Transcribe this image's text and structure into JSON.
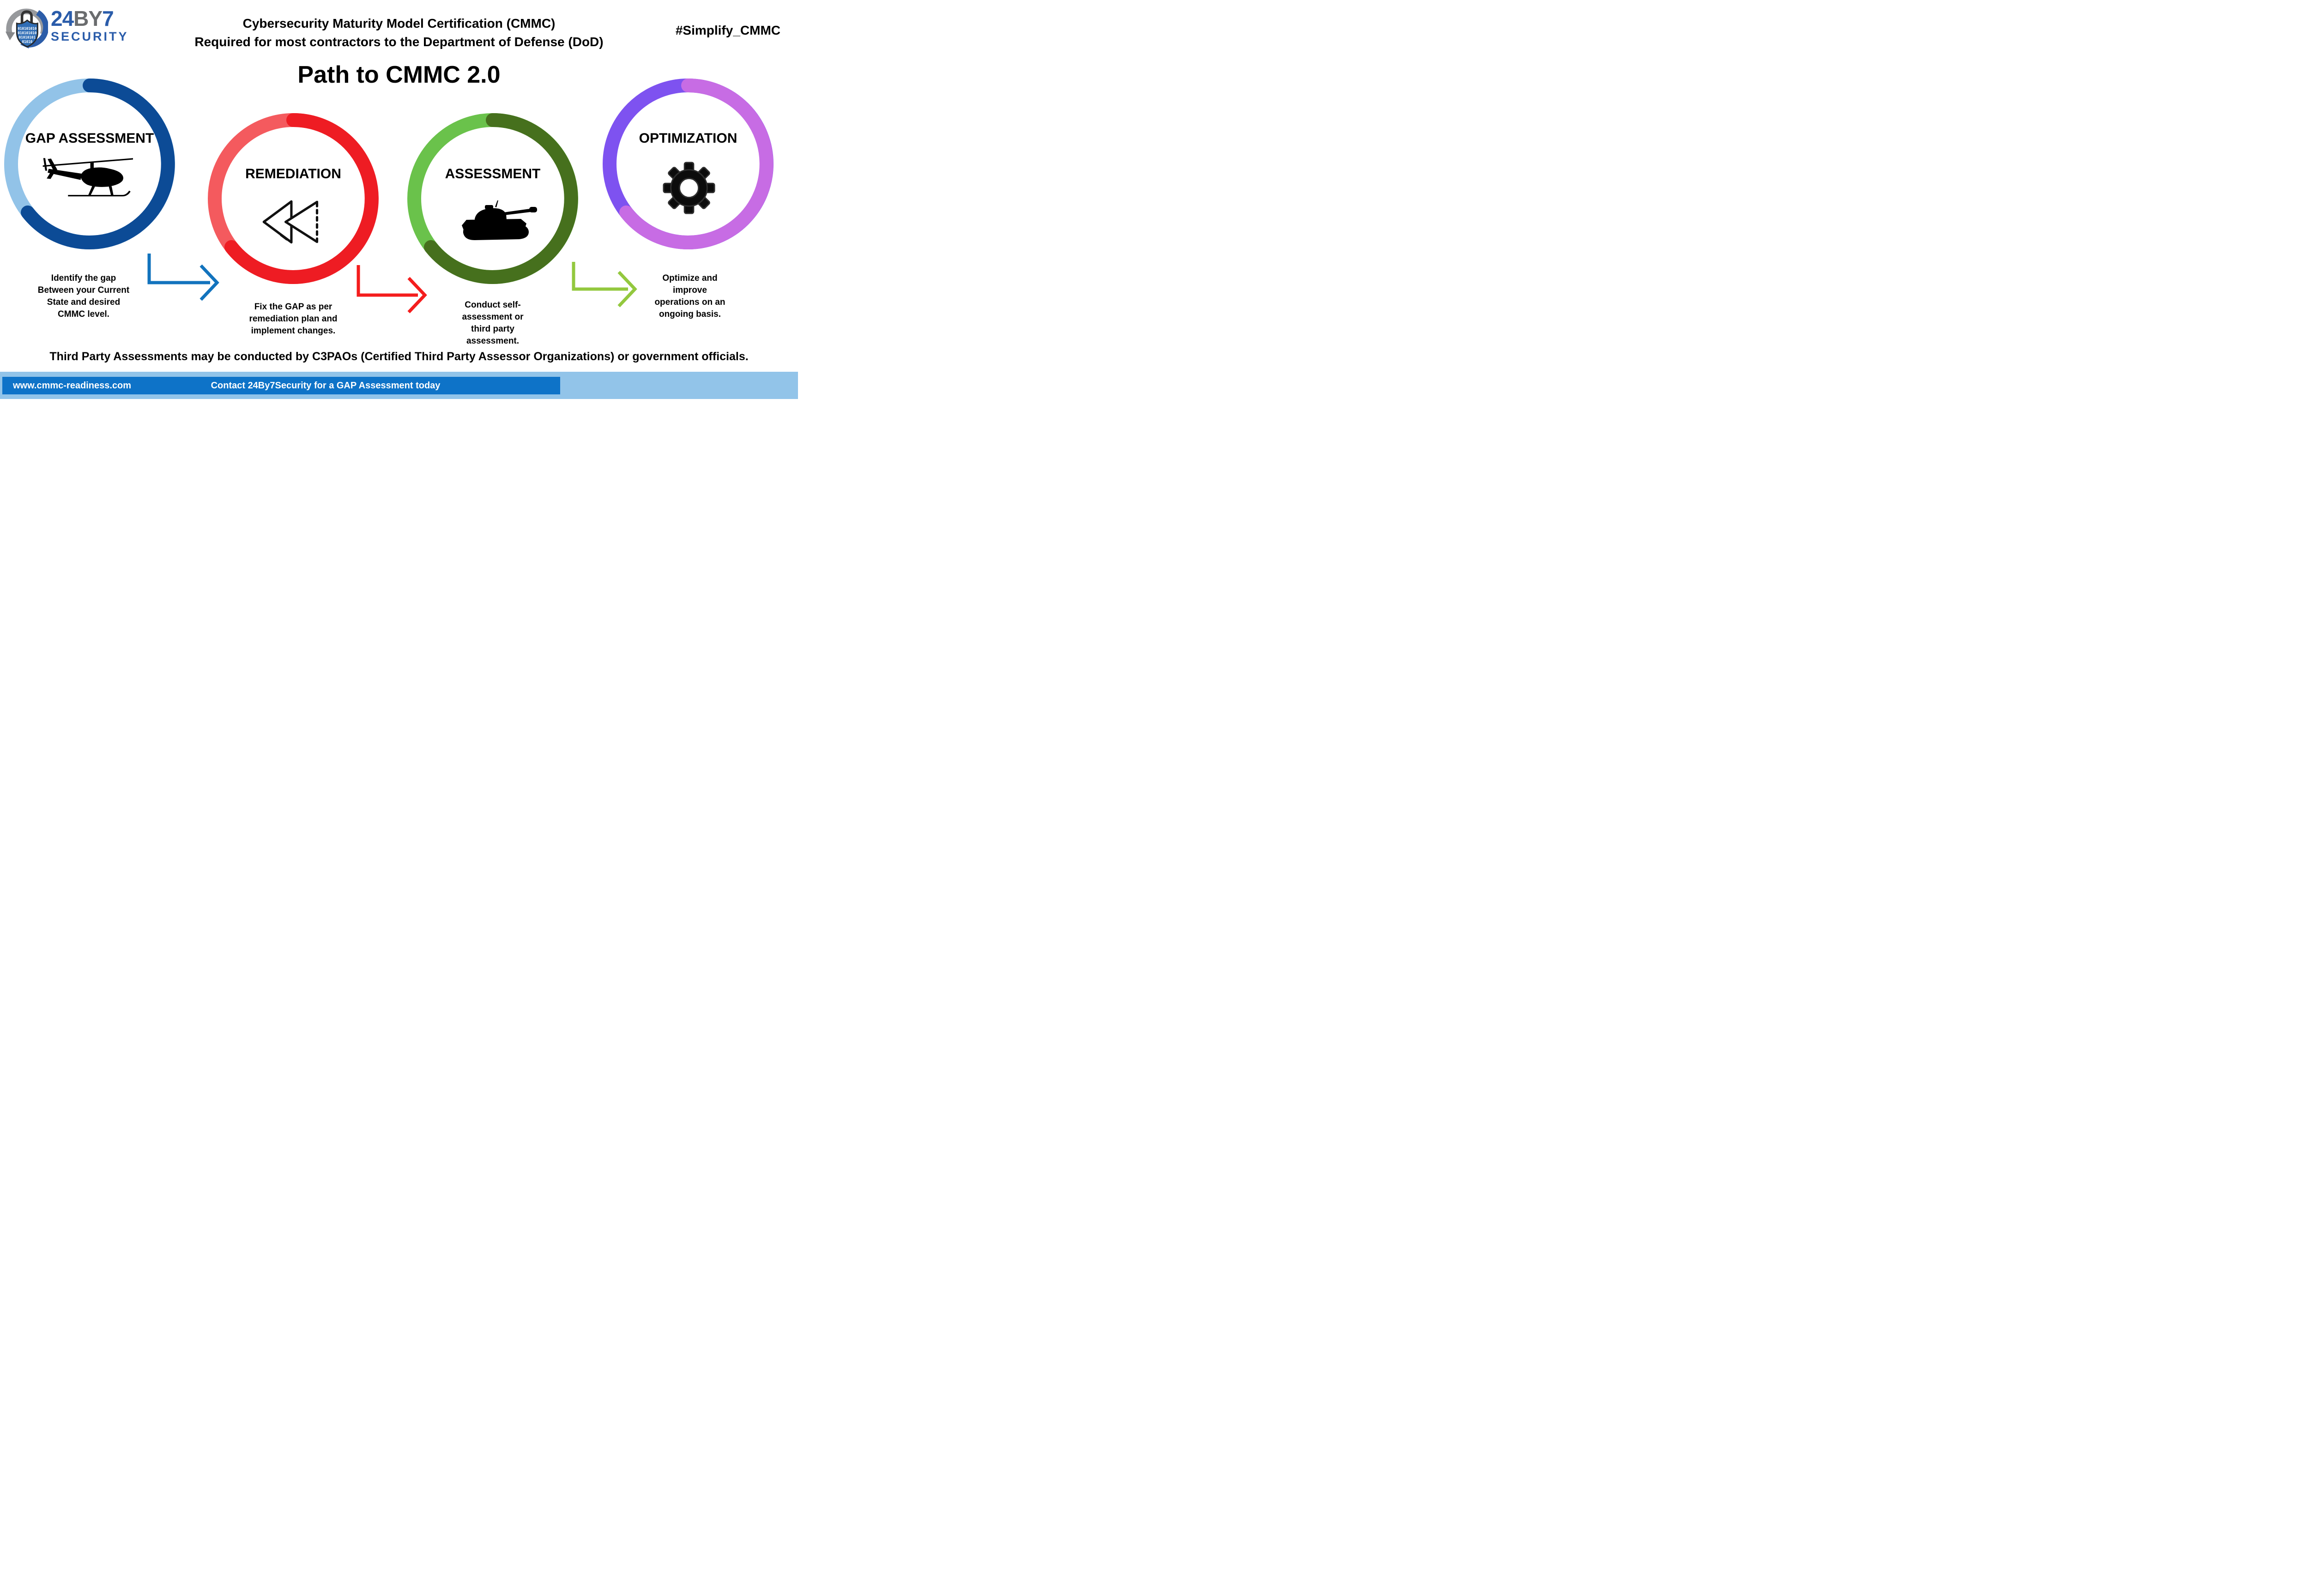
{
  "logo": {
    "t24": "24",
    "tby": "BY",
    "t7": "7",
    "security": "SECURITY",
    "shield_rows": [
      "010101010",
      "010101010",
      "01010101",
      "01010"
    ],
    "blue": "#2a5caa",
    "gray": "#6a6c6e"
  },
  "header": {
    "line1": "Cybersecurity Maturity Model Certification (CMMC)",
    "line2": "Required for most contractors to the Department of Defense (DoD)",
    "hashtag": "#Simplify_CMMC",
    "title": "Path to CMMC 2.0"
  },
  "steps": [
    {
      "label": "GAP ASSESSMENT",
      "icon": "helicopter-icon",
      "caption": "Identify the gap\nBetween your Current\nState and desired\nCMMC level.",
      "ring_main": "#0c4b96",
      "ring_secondary": "#92c3e8"
    },
    {
      "label": "REMEDIATION",
      "icon": "rewind-arrow-icon",
      "caption": "Fix the GAP as per\nremediation plan and\nimplement changes.",
      "ring_main": "#ee1c23",
      "ring_secondary": "#f45a5e"
    },
    {
      "label": "ASSESSMENT",
      "icon": "tank-icon",
      "caption": "Conduct self-\nassessment or\nthird party\nassessment.",
      "ring_main": "#46701d",
      "ring_secondary": "#6ac24b"
    },
    {
      "label": "OPTIMIZATION",
      "icon": "gear-icon",
      "caption": "Optimize and\nimprove\noperations on an\nongoing basis.",
      "ring_main": "#c76ce4",
      "ring_secondary": "#7e52f0"
    }
  ],
  "arrows": [
    {
      "color": "#1273bd"
    },
    {
      "color": "#f41d1d"
    },
    {
      "color": "#93c83e"
    }
  ],
  "note": "Third Party Assessments may be conducted by C3PAOs (Certified Third Party Assessor Organizations) or government officials.",
  "footer": {
    "website": "www.cmmc-readiness.com",
    "cta": "Contact 24By7Security for a GAP Assessment today",
    "bar_color": "#92c4e9",
    "box_color": "#0e73c8"
  }
}
